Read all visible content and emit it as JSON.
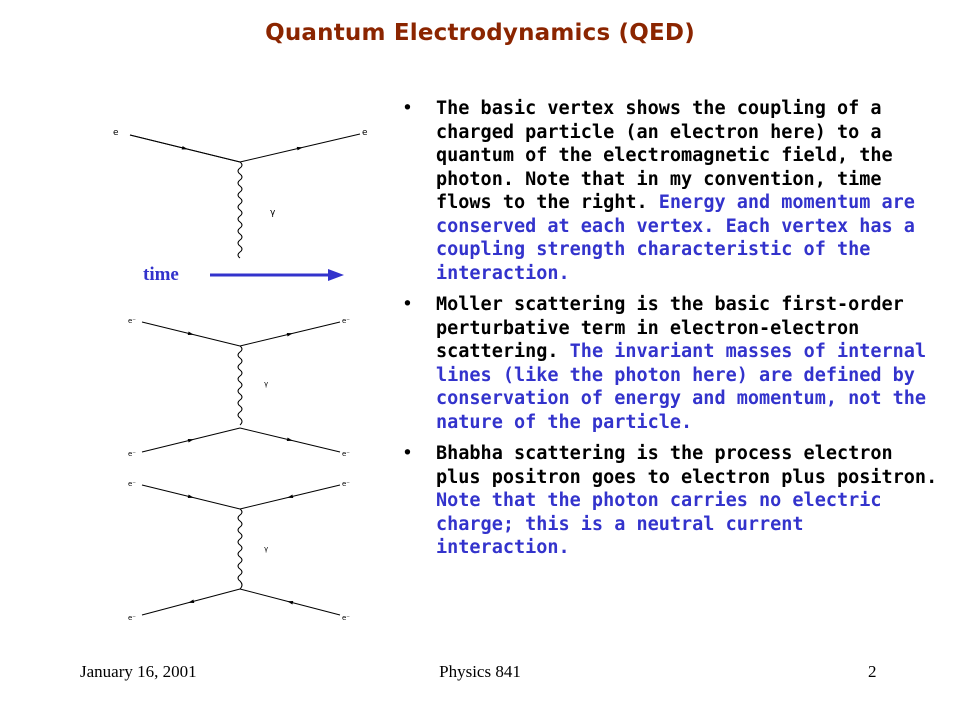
{
  "slide": {
    "title": "Quantum Electrodynamics (QED)",
    "bullets": [
      {
        "black": "The basic vertex shows the coupling of a charged particle (an electron here) to a quantum of the electromagnetic field, the photon.  Note that in my convention, time flows to the right.",
        "blue": " Energy and momentum are conserved at each vertex. Each vertex has a coupling strength characteristic of the interaction."
      },
      {
        "black": "Moller scattering is the basic first-order perturbative term in electron-electron scattering.",
        "blue": "  The invariant masses of internal lines (like the photon here) are defined by conservation of energy and momentum, not the nature of the particle."
      },
      {
        "black": "Bhabha scattering is the process electron plus positron goes to electron plus positron.",
        "blue": " Note that the photon carries no electric charge; this is a neutral current interaction."
      }
    ]
  },
  "diagrams": {
    "vertex": {
      "electron_in": "e",
      "electron_out": "e",
      "photon": "γ"
    },
    "time_label": "time",
    "moller": {
      "in_top": "e⁻",
      "out_top": "e⁻",
      "photon": "γ",
      "in_bottom": "e⁻",
      "out_bottom": "e⁻"
    },
    "bhabha": {
      "in_top": "e⁻",
      "out_top": "e⁻",
      "photon": "γ",
      "in_bottom": "e⁻",
      "out_bottom": "e⁻"
    }
  },
  "footer": {
    "date": "January 16, 2001",
    "course": "Physics 841",
    "page": "2"
  },
  "colors": {
    "title": "#8b2500",
    "highlight": "#3333cc",
    "text": "#000000"
  }
}
